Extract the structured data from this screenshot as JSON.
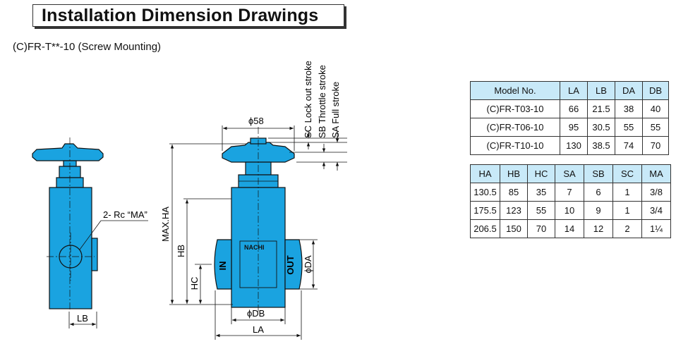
{
  "header": {
    "title": "Installation Dimension Drawings",
    "subtitle": "(C)FR-T**-10 (Screw Mounting)"
  },
  "labels": {
    "ma": "2- Rc “MA”",
    "lb": "LB",
    "la": "LA",
    "phi58": "ϕ58",
    "phida": "ϕDA",
    "phidb": "ϕDB",
    "maxha": "MAX.HA",
    "hb": "HB",
    "hc": "HC",
    "sc": "SC Lock out stroke",
    "sb": "SB Throttle stroke",
    "sa": "SA Full stroke",
    "port_in": "IN",
    "port_out": "OUT",
    "brand": "NACHI"
  },
  "colors": {
    "body": "#1aa3e0",
    "outline": "#111111",
    "header_cell": "#c8e9f8"
  },
  "table1": {
    "headers": [
      "Model No.",
      "LA",
      "LB",
      "DA",
      "DB"
    ],
    "rows": [
      [
        "(C)FR-T03-10",
        "66",
        "21.5",
        "38",
        "40"
      ],
      [
        "(C)FR-T06-10",
        "95",
        "30.5",
        "55",
        "55"
      ],
      [
        "(C)FR-T10-10",
        "130",
        "38.5",
        "74",
        "70"
      ]
    ]
  },
  "table2": {
    "headers": [
      "HA",
      "HB",
      "HC",
      "SA",
      "SB",
      "SC",
      "MA"
    ],
    "rows": [
      [
        "130.5",
        "85",
        "35",
        "7",
        "6",
        "1",
        "3/8"
      ],
      [
        "175.5",
        "123",
        "55",
        "10",
        "9",
        "1",
        "3/4"
      ],
      [
        "206.5",
        "150",
        "70",
        "14",
        "12",
        "2",
        "1¼"
      ]
    ]
  }
}
